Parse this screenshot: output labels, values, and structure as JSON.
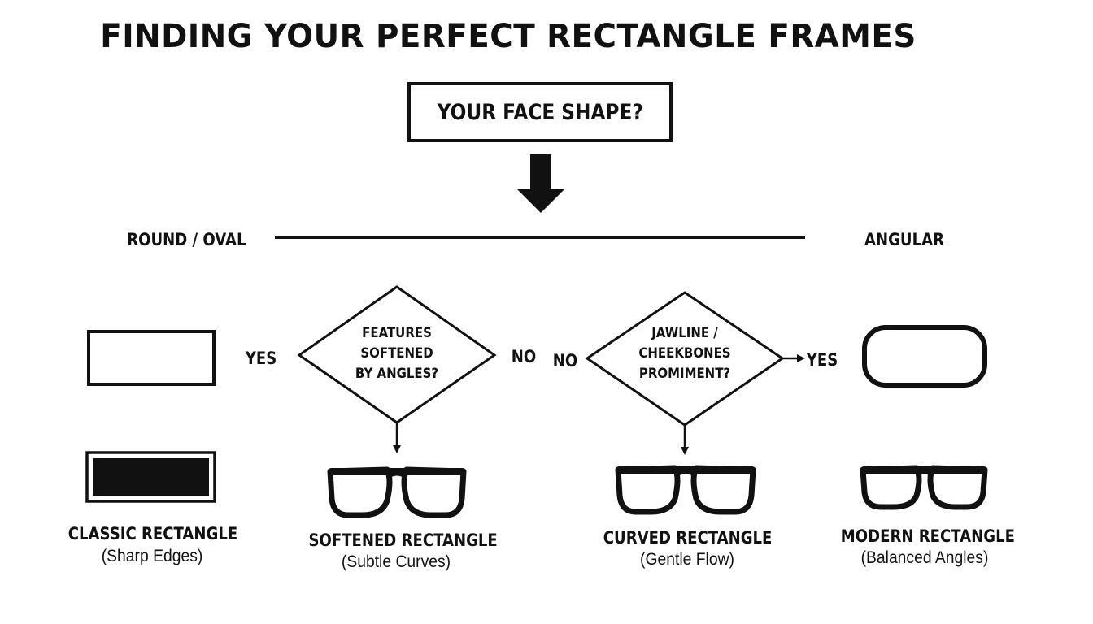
{
  "title": "FINDING YOUR PERFECT RECTANGLE FRAMES",
  "question": "YOUR FACE SHAPE?",
  "scale": {
    "left": "ROUND / OVAL",
    "right": "ANGULAR"
  },
  "decisions": [
    {
      "text": "FEATURES\nSOFTENED\nBY ANGLES?",
      "yes": "YES",
      "no": "NO"
    },
    {
      "text": "JAWLINE /\nCHEEKBONES\nPROMIMENT?",
      "yes": "YES",
      "no": "NO"
    }
  ],
  "results": [
    {
      "name": "CLASSIC RECTANGLE",
      "desc": "(Sharp Edges)"
    },
    {
      "name": "SOFTENED RECTANGLE",
      "desc": "(Subtle Curves)"
    },
    {
      "name": "CURVED RECTANGLE",
      "desc": "(Gentle Flow)"
    },
    {
      "name": "MODERN RECTANGLE",
      "desc": "(Balanced Angles)"
    }
  ],
  "colors": {
    "ink": "#111111",
    "background": "#ffffff"
  }
}
